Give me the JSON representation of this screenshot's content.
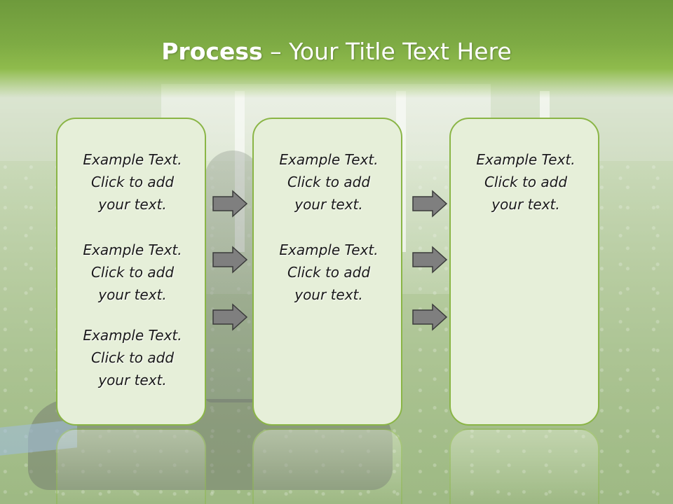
{
  "title": {
    "strong": "Process",
    "rest": " – Your Title Text Here"
  },
  "colors": {
    "banner": "#7eab44",
    "box_fill": "#e6efd9",
    "box_border": "#8ab546",
    "arrow_fill": "#7f7f7f"
  },
  "boxes": [
    {
      "paragraphs": [
        {
          "line1": "Example Text.",
          "line2": "Click  to add",
          "line3": "your text."
        },
        {
          "line1": "Example Text.",
          "line2": "Click  to add",
          "line3": "your text."
        },
        {
          "line1": "Example Text.",
          "line2": "Click  to add",
          "line3": "your text."
        }
      ]
    },
    {
      "paragraphs": [
        {
          "line1": "Example Text.",
          "line2": "Click  to add",
          "line3": "your text."
        },
        {
          "line1": "Example Text.",
          "line2": "Click  to add",
          "line3": "your text."
        }
      ]
    },
    {
      "paragraphs": [
        {
          "line1": "Example Text.",
          "line2": "Click  to add",
          "line3": "your text."
        }
      ]
    }
  ],
  "arrow_icon": "right-arrow-icon"
}
